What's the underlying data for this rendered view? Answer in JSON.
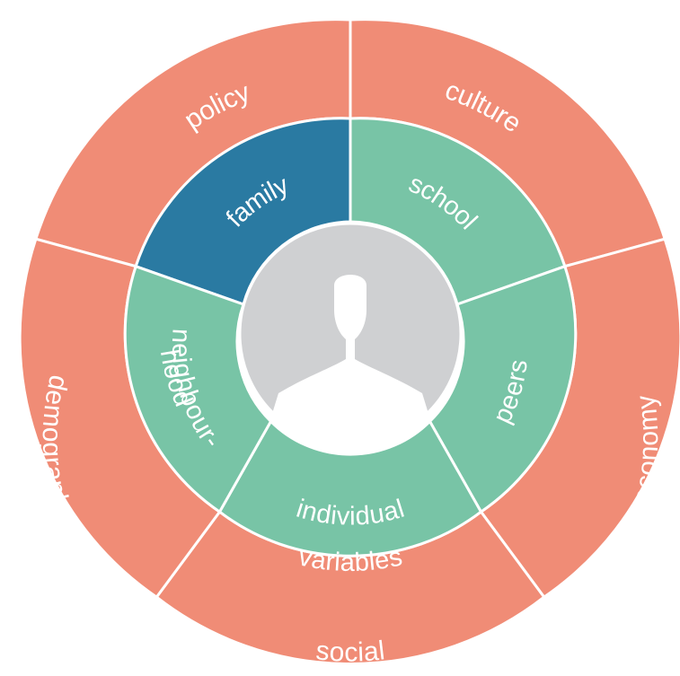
{
  "diagram": {
    "center_icon": "person-silhouette-icon",
    "colors": {
      "outer_ring": "#f08c76",
      "inner_ring": "#78c4a6",
      "highlighted": "#2a7aa2",
      "center": "#cfd0d2"
    },
    "outer_ring": [
      {
        "label": "policy"
      },
      {
        "label": "culture"
      },
      {
        "label": "economy"
      },
      {
        "label": "social"
      },
      {
        "label": "demography"
      }
    ],
    "inner_ring": [
      {
        "label": "family",
        "highlighted": true
      },
      {
        "label": "school",
        "highlighted": false
      },
      {
        "label": "peers",
        "highlighted": false
      },
      {
        "label": "individual",
        "label2": "variables",
        "highlighted": false
      },
      {
        "label": "neighbour-",
        "label2": "hood",
        "highlighted": false
      }
    ]
  }
}
